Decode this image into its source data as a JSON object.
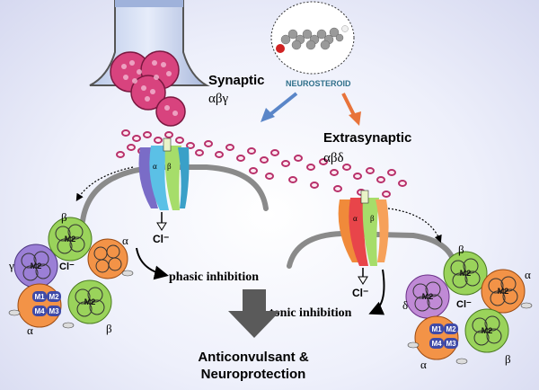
{
  "labels": {
    "synaptic": "Synaptic",
    "synaptic_sub": "αβγ",
    "neurosteroid": "NEUROSTEROID",
    "extrasynaptic": "Extrasynaptic",
    "extrasynaptic_sub": "αβδ",
    "cl_left": "Cl⁻",
    "cl_right": "Cl⁻",
    "cl_cluster_left": "Cl⁻",
    "cl_cluster_right": "Cl⁻",
    "phasic": "phasic inhibition",
    "tonic": "tonic inhibition",
    "outcome_line1": "Anticonvulsant &",
    "outcome_line2": "Neuroprotection"
  },
  "subunits": {
    "alpha": "α",
    "beta": "β",
    "gamma": "γ",
    "delta": "δ"
  },
  "domains": {
    "m1": "M1",
    "m2": "M2",
    "m3": "M3",
    "m4": "M4"
  },
  "colors": {
    "alpha": "#f08a3a",
    "beta": "#8fd14f",
    "gamma": "#8a6cc7",
    "delta": "#b07ad0",
    "vesicle": "#c0336f",
    "arrow_blue": "#5a86c8",
    "arrow_orange": "#e8733a",
    "membrane": "#8a8a8a"
  }
}
